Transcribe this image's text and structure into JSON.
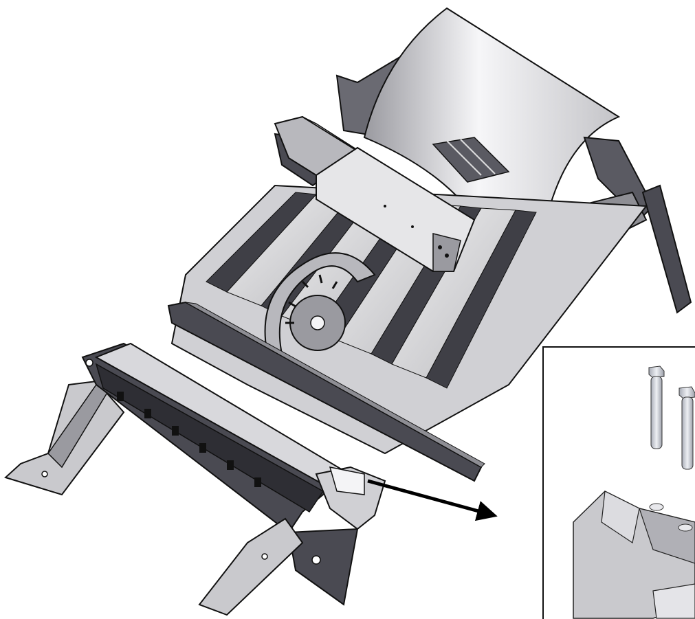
{
  "diagram": {
    "main_assembly": {
      "parts": [
        "rear-shroud",
        "top-crossbeam",
        "channel-frame",
        "slat-deck",
        "gear-wheel",
        "front-crossbeam",
        "front-beam-assembly",
        "front-rails",
        "left-arm",
        "detail-callout-point"
      ]
    },
    "detail_view": {
      "parts": [
        "hex-bolt-1",
        "hex-bolt-2",
        "bracket"
      ]
    },
    "colors": {
      "outline": "#111111",
      "dark_metal": "#4a4a52",
      "mid_metal": "#8e8e94",
      "light_metal": "#d8d8dc",
      "highlight": "#f4f4f6",
      "bolt": "#cfd2da",
      "arrow": "#000000"
    }
  }
}
